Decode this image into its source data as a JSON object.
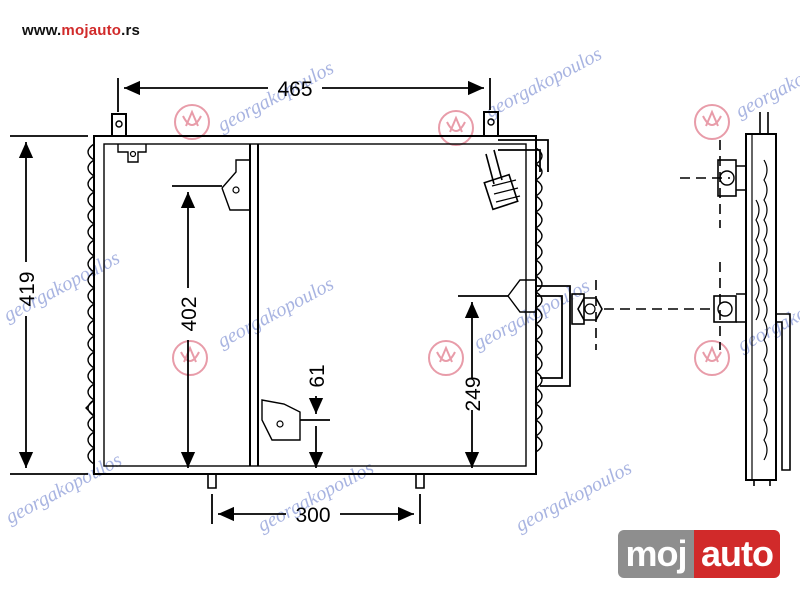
{
  "header": {
    "url_prefix": "www.",
    "url_brand": "mojauto",
    "url_suffix": ".rs"
  },
  "logo": {
    "left": "moj",
    "right": "auto"
  },
  "dimensions": {
    "width_top": "465",
    "height_left": "419",
    "inner_height": "402",
    "offset_small": "61",
    "outlet_height": "249",
    "mount_spacing": "300"
  },
  "watermark": {
    "brand_text": "georgakopoulos"
  },
  "colors": {
    "line": "#000000",
    "watermark_text": "#8c9bd8",
    "watermark_seal": "#e07b8c",
    "brand_red": "#d12a2a",
    "brand_gray": "#8e8e8e"
  }
}
